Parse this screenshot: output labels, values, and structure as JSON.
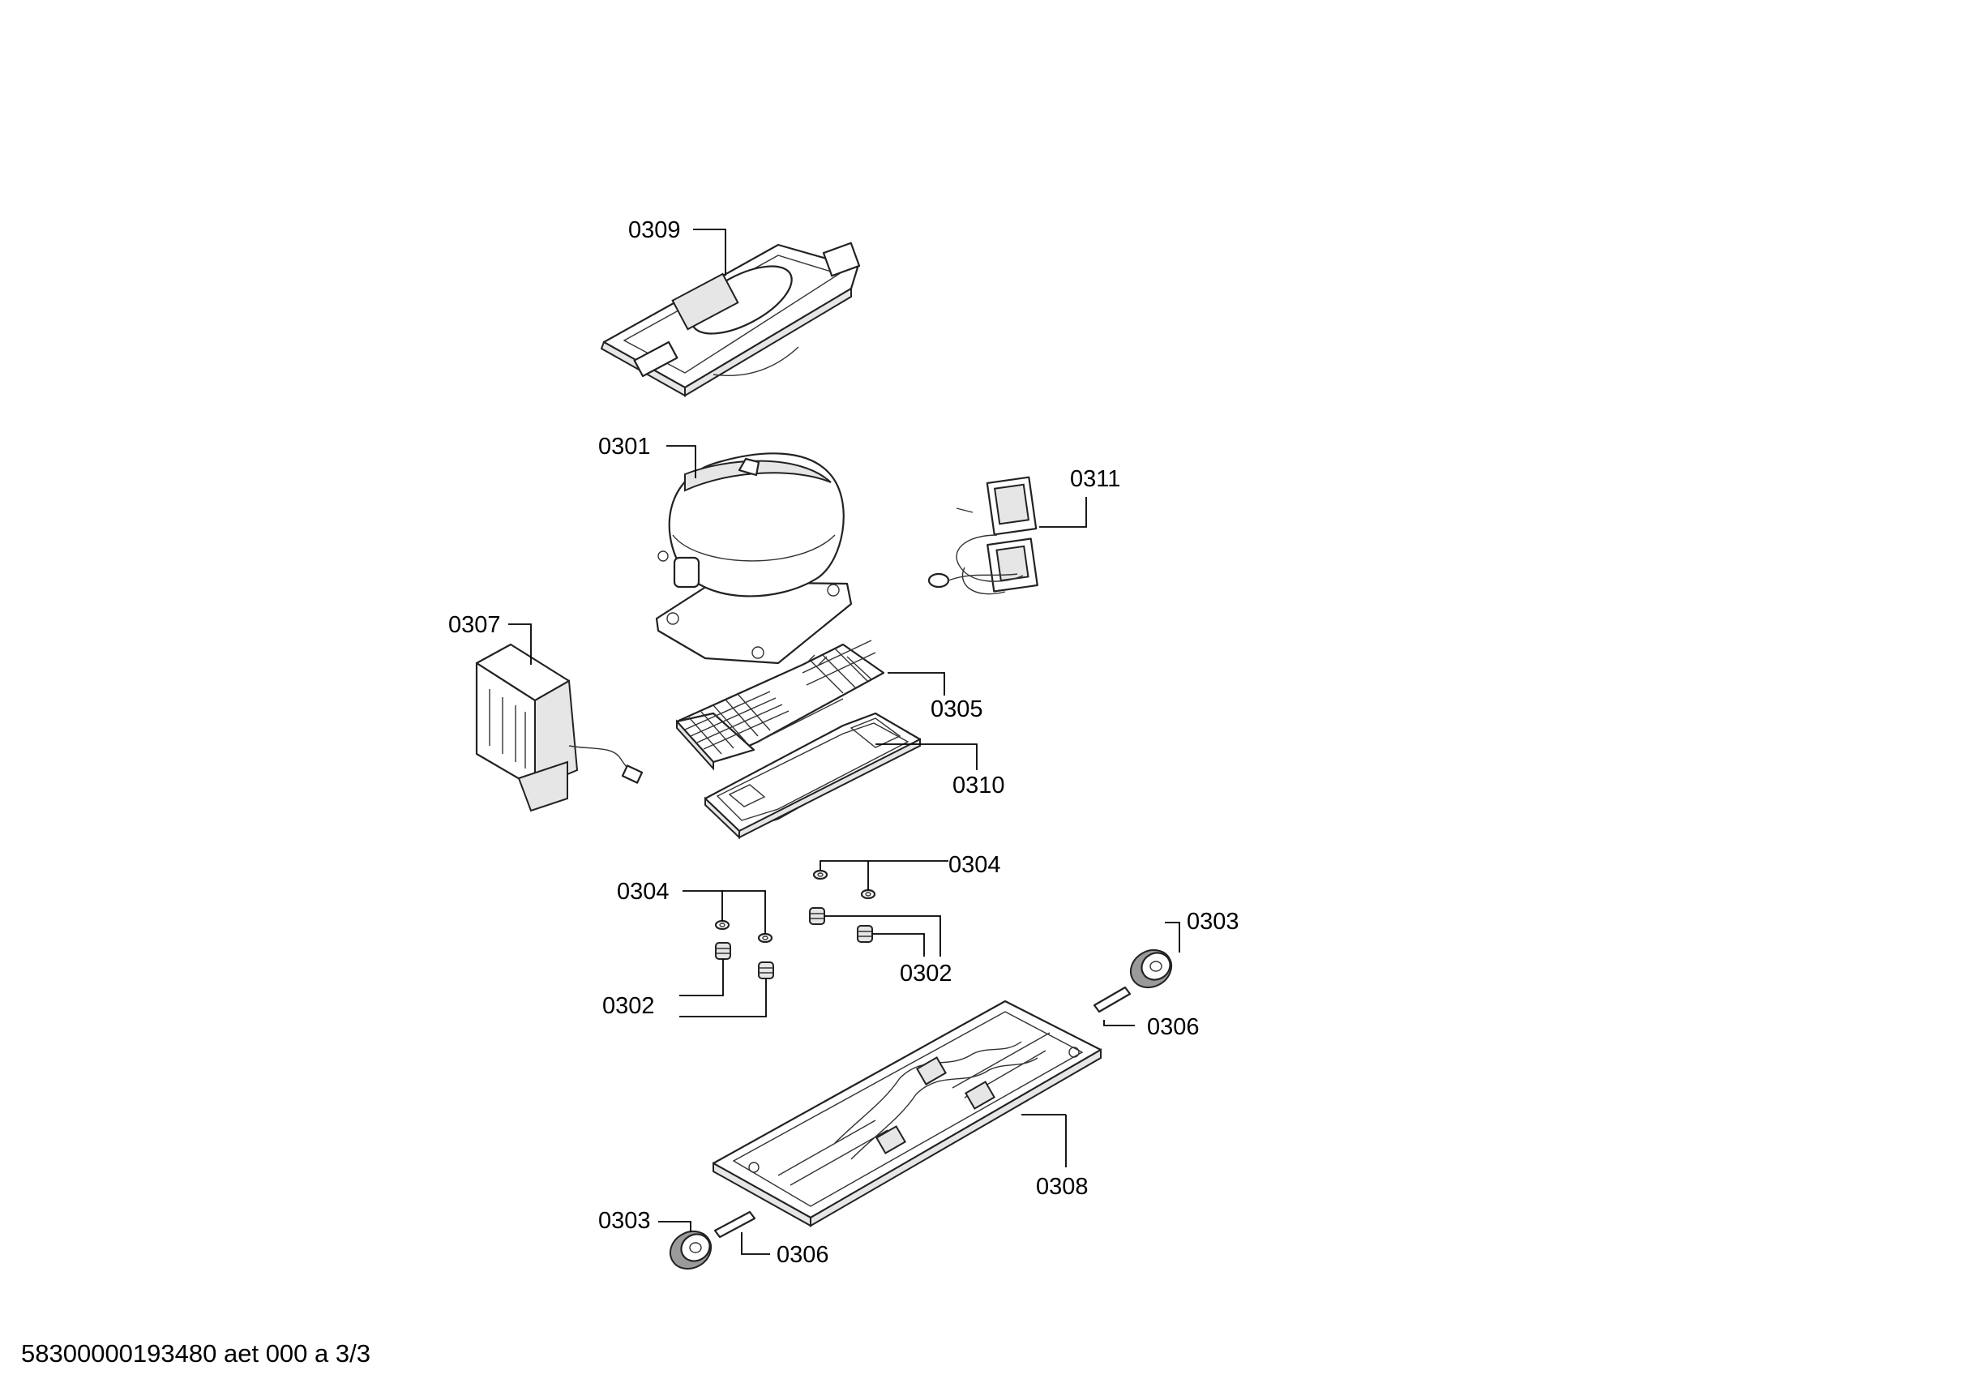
{
  "callouts": {
    "c0309": "0309",
    "c0301": "0301",
    "c0311": "0311",
    "c0307": "0307",
    "c0305": "0305",
    "c0310": "0310",
    "c0304a": "0304",
    "c0304b": "0304",
    "c0302a": "0302",
    "c0302b": "0302",
    "c0303a": "0303",
    "c0303b": "0303",
    "c0306a": "0306",
    "c0306b": "0306",
    "c0308": "0308"
  },
  "footer": {
    "document_id": "58300000193480 aet 000 a 3/3"
  }
}
